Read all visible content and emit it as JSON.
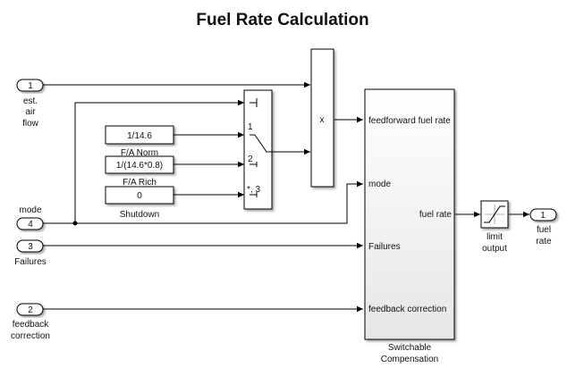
{
  "title": "Fuel Rate Calculation",
  "inports": [
    {
      "num": "1",
      "label_lines": [
        "est.",
        "air",
        "flow"
      ]
    },
    {
      "num": "4",
      "label_lines": [
        "mode"
      ]
    },
    {
      "num": "3",
      "label_lines": [
        "Failures"
      ]
    },
    {
      "num": "2",
      "label_lines": [
        "feedback",
        "correction"
      ]
    }
  ],
  "constants": [
    {
      "value": "1/14.6",
      "label": ""
    },
    {
      "value": "1/(14.6*0.8)",
      "label": "F/A Norm"
    },
    {
      "value": "0",
      "label": "F/A Rich"
    }
  ],
  "shutdown_label": "Shutdown",
  "switch_ports": [
    "1",
    "2",
    "*, 3"
  ],
  "product_symbol": "x",
  "compensation": {
    "name_lines": [
      "Switchable",
      "Compensation"
    ],
    "inputs": [
      "feedforward fuel rate",
      "mode",
      "Failures",
      "feedback correction"
    ],
    "output": "fuel rate"
  },
  "saturation_label_lines": [
    "limit",
    "output"
  ],
  "outport": {
    "num": "1",
    "label_lines": [
      "fuel",
      "rate"
    ]
  }
}
